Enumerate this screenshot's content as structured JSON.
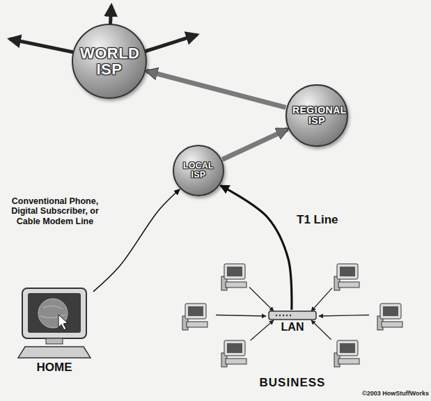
{
  "diagram": {
    "nodes": [
      {
        "text": [
          "WORLD ISP"
        ]
      },
      {
        "text": [
          "REGIONAL ISP"
        ]
      },
      {
        "text": [
          "LOCAL ISP"
        ]
      },
      {
        "text": [
          "HOME"
        ]
      },
      {
        "text": [
          "LAN"
        ]
      }
    ],
    "edges": [
      {
        "from": 3,
        "to": 2,
        "arrow": "to",
        "label": "Conventional Phone, Digital Subscriber, or Cable Modem Line"
      },
      {
        "from": 4,
        "to": 2,
        "arrow": "to",
        "label": "T1 Line"
      },
      {
        "from": 2,
        "to": 1,
        "arrow": "to"
      },
      {
        "from": 1,
        "to": 0,
        "arrow": "to"
      }
    ],
    "labels": [
      "BUSINESS",
      "©2003 HowStuffWorks"
    ]
  }
}
